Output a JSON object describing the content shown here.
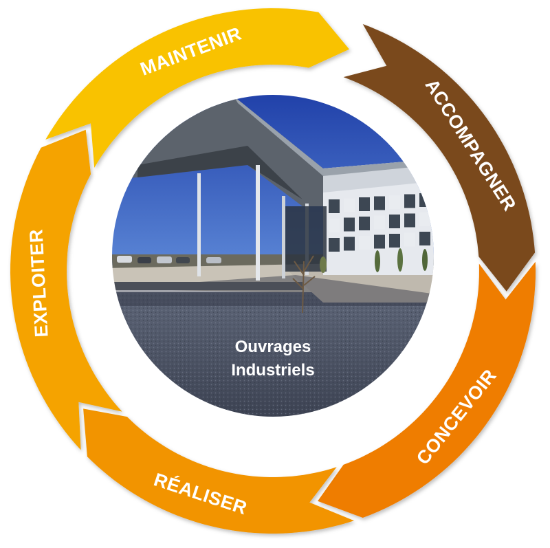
{
  "diagram": {
    "center": {
      "line1": "Ouvrages",
      "line2": "Industriels",
      "image": "building-photo"
    },
    "stages": [
      {
        "label": "ACCOMPAGNER",
        "color": "#7a4a1f"
      },
      {
        "label": "CONCEVOIR",
        "color": "#ef7d00"
      },
      {
        "label": "RÉALISER",
        "color": "#f29400"
      },
      {
        "label": "EXPLOITER",
        "color": "#f5a300"
      },
      {
        "label": "MAINTENIR",
        "color": "#f9c200"
      }
    ],
    "colors": {
      "sky": "#2f55c8",
      "building_panel": "#d9dde3",
      "building_dark": "#3a4552",
      "gravel": "#4d5566"
    }
  }
}
